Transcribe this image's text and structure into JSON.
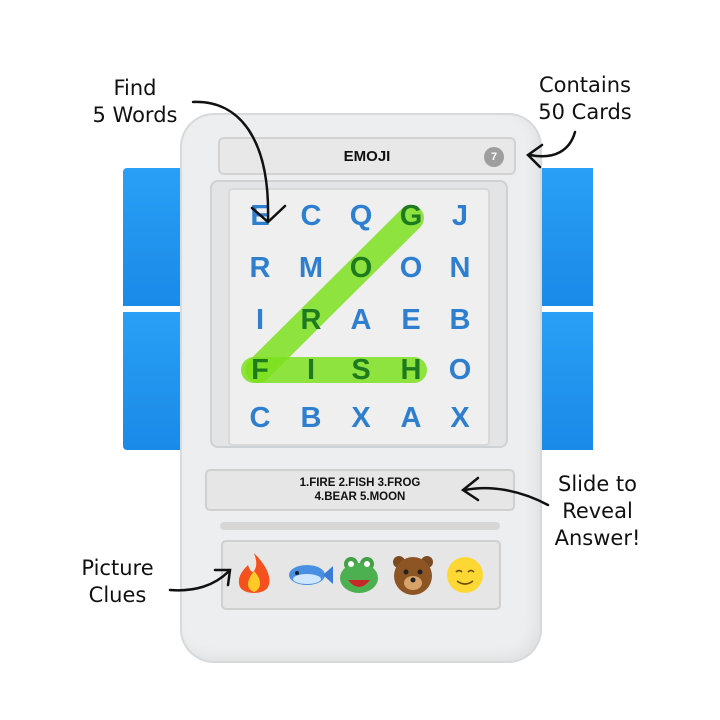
{
  "annotations": {
    "find": [
      "Find",
      "5 Words"
    ],
    "contains": [
      "Contains",
      "50 Cards"
    ],
    "slide": [
      "Slide to",
      "Reveal",
      "Answer!"
    ],
    "clues": [
      "Picture",
      "Clues"
    ]
  },
  "card": {
    "title": "EMOJI",
    "number": "7",
    "grid": [
      [
        "E",
        "C",
        "Q",
        "G",
        "J"
      ],
      [
        "R",
        "M",
        "O",
        "O",
        "N"
      ],
      [
        "I",
        "R",
        "A",
        "E",
        "B"
      ],
      [
        "F",
        "I",
        "S",
        "H",
        "O"
      ],
      [
        "C",
        "B",
        "X",
        "A",
        "X"
      ]
    ],
    "answers": [
      "1.FIRE 2.FISH 3.FROG",
      "4.BEAR 5.MOON"
    ],
    "picture_clues": [
      "fire-icon",
      "fish-icon",
      "frog-icon",
      "bear-icon",
      "moon-icon"
    ]
  },
  "colors": {
    "letters": "#2f7fd1",
    "highlight": "#7ee01f",
    "panels": "#1f93ee"
  }
}
